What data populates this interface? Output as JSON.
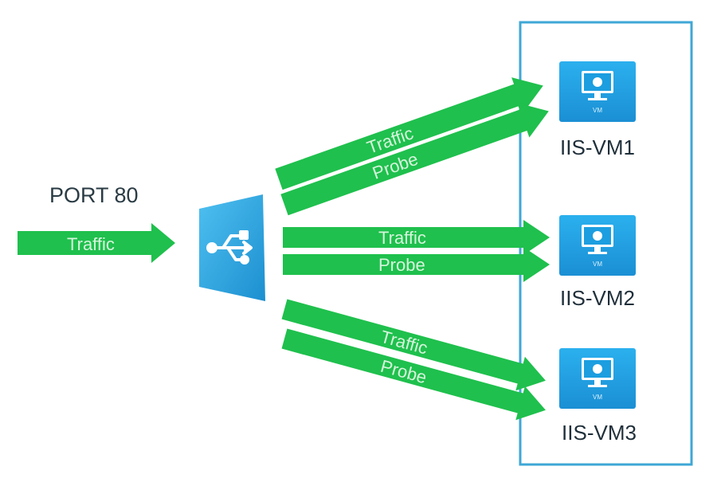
{
  "port_label": "PORT 80",
  "incoming": {
    "label": "Traffic"
  },
  "flows": [
    {
      "traffic_label": "Traffic",
      "probe_label": "Probe",
      "target": "IIS-VM1"
    },
    {
      "traffic_label": "Traffic",
      "probe_label": "Probe",
      "target": "IIS-VM2"
    },
    {
      "traffic_label": "Traffic",
      "probe_label": "Probe",
      "target": "IIS-VM3"
    }
  ],
  "vms": [
    {
      "name": "IIS-VM1",
      "badge": "VM"
    },
    {
      "name": "IIS-VM2",
      "badge": "VM"
    },
    {
      "name": "IIS-VM3",
      "badge": "VM"
    }
  ],
  "colors": {
    "arrow": "#1fc04d",
    "arrow_text": "#d6f5dc",
    "load_balancer": "#2aa3de",
    "vm_tile": "#1c9ee0",
    "backend_border": "#3fa7d6",
    "text_dark": "#1f2f3a"
  }
}
